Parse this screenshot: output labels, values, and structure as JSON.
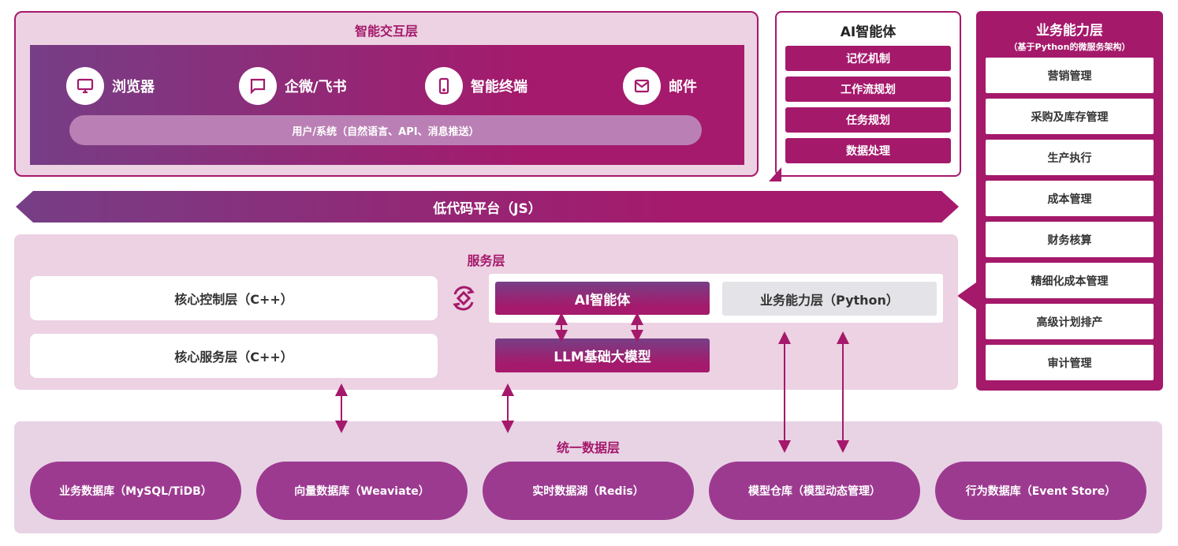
{
  "interaction": {
    "title": "智能交互层",
    "channels": [
      {
        "label": "浏览器",
        "icon": "monitor-icon"
      },
      {
        "label": "企微/飞书",
        "icon": "chat-icon"
      },
      {
        "label": "智能终端",
        "icon": "phone-icon"
      },
      {
        "label": "邮件",
        "icon": "mail-icon"
      }
    ],
    "bar": "用户/系统（自然语言、API、消息推送）"
  },
  "ai_agent": {
    "title": "AI智能体",
    "items": [
      "记忆机制",
      "工作流规划",
      "任务规划",
      "数据处理"
    ]
  },
  "business": {
    "title": "业务能力层",
    "subtitle": "（基于Python的微服务架构）",
    "items": [
      "营销管理",
      "采购及库存管理",
      "生产执行",
      "成本管理",
      "财务核算",
      "精细化成本管理",
      "高级计划排产",
      "审计管理"
    ]
  },
  "lowcode": "低代码平台（JS）",
  "service": {
    "title": "服务层",
    "core_control": "核心控制层（C++）",
    "core_service": "核心服务层（C++）",
    "ai_agent": "AI智能体",
    "biz": "业务能力层（Python）",
    "llm": "LLM基础大模型"
  },
  "data": {
    "title": "统一数据层",
    "stores": [
      "业务数据库（MySQL/TiDB）",
      "向量数据库（Weaviate）",
      "实时数据湖（Redis）",
      "模型仓库（模型动态管理）",
      "行为数据库（Event Store）"
    ]
  },
  "colors": {
    "magenta": "#a5196b",
    "purple": "#763e86",
    "light": "#ecd2e2"
  }
}
